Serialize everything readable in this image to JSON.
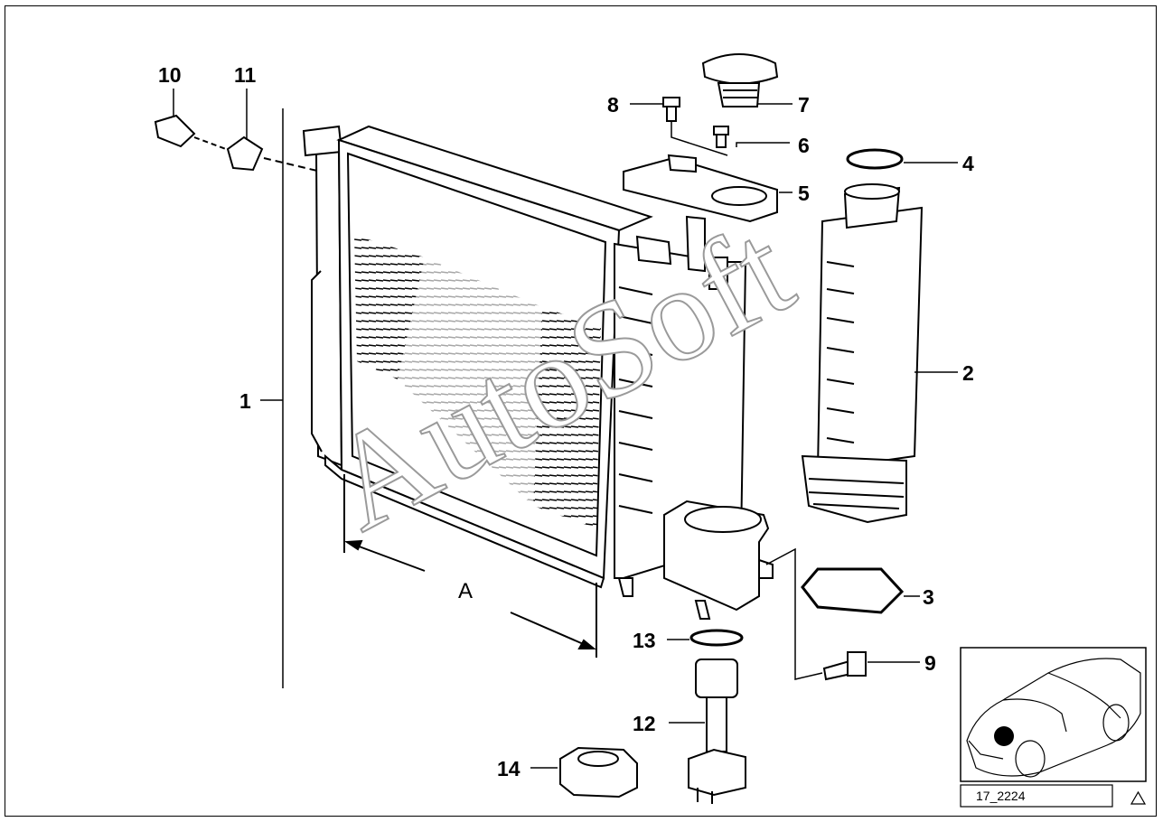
{
  "watermark": "AutoSoft",
  "dimension_label": "A",
  "reference_code": "17_2224",
  "callouts": [
    {
      "id": "1",
      "label": "1"
    },
    {
      "id": "2",
      "label": "2"
    },
    {
      "id": "3",
      "label": "3"
    },
    {
      "id": "4",
      "label": "4"
    },
    {
      "id": "5",
      "label": "5"
    },
    {
      "id": "6",
      "label": "6"
    },
    {
      "id": "7",
      "label": "7"
    },
    {
      "id": "8",
      "label": "8"
    },
    {
      "id": "9",
      "label": "9"
    },
    {
      "id": "10",
      "label": "10"
    },
    {
      "id": "11",
      "label": "11"
    },
    {
      "id": "12",
      "label": "12"
    },
    {
      "id": "13",
      "label": "13"
    },
    {
      "id": "14",
      "label": "14"
    }
  ],
  "icons": {
    "location_marker": "black-dot-icon",
    "warning": "triangle-icon"
  }
}
